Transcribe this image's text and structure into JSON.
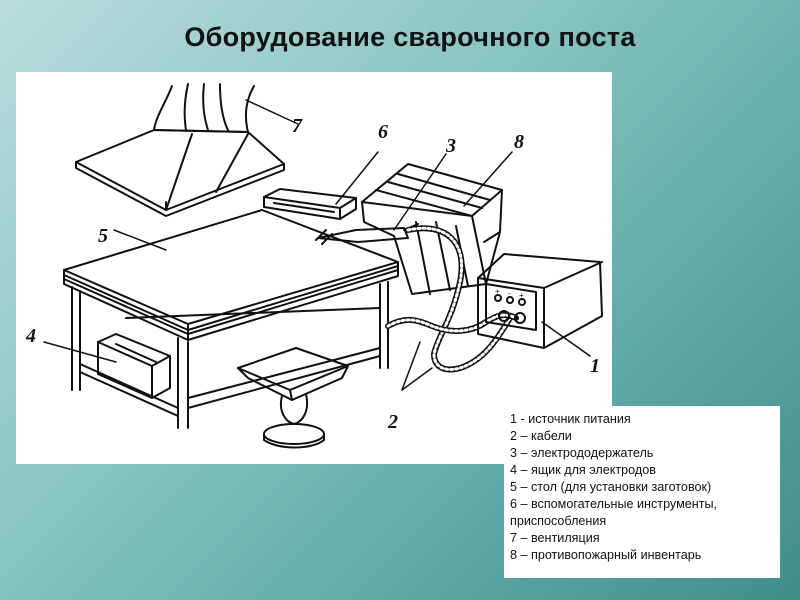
{
  "slide": {
    "title": "Оборудование сварочного поста"
  },
  "diagram": {
    "callouts": [
      {
        "id": "c1",
        "label": "1"
      },
      {
        "id": "c2",
        "label": "2"
      },
      {
        "id": "c3",
        "label": "3"
      },
      {
        "id": "c4",
        "label": "4"
      },
      {
        "id": "c5",
        "label": "5"
      },
      {
        "id": "c6",
        "label": "6"
      },
      {
        "id": "c7",
        "label": "7"
      },
      {
        "id": "c8",
        "label": "8"
      }
    ],
    "power_source_terminals": [
      "+",
      "-",
      "+"
    ]
  },
  "legend": {
    "items": [
      "1 - источник питания",
      "2 – кабели",
      "3 – электрододержатель",
      "4 – ящик для электродов",
      "5 – стол (для установки заготовок)",
      "6 – вспомогательные инструменты, приспособления",
      "7 – вентиляция",
      "8 – противопожарный инвентарь"
    ]
  }
}
